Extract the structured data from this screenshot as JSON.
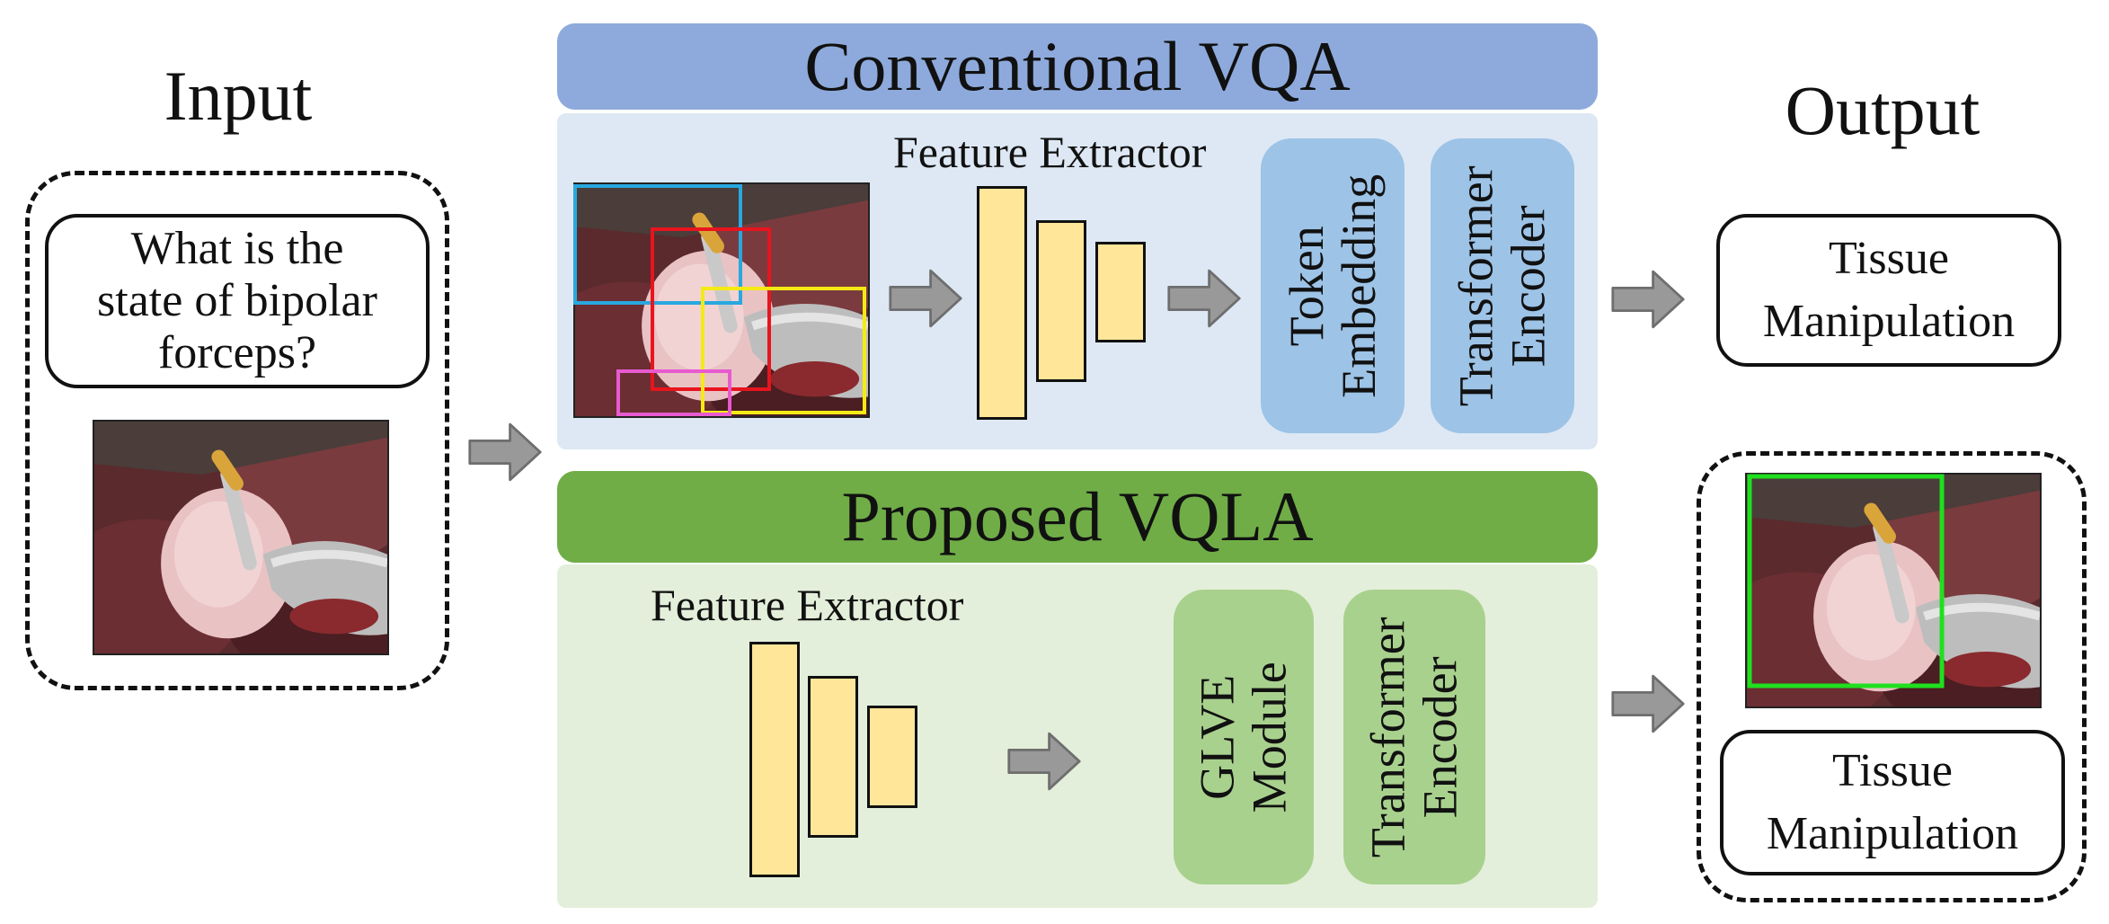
{
  "input": {
    "heading": "Input",
    "question_lines": [
      "What is the",
      "state of bipolar",
      "forceps?"
    ]
  },
  "conventional": {
    "banner": "Conventional VQA",
    "feature_extractor_label": "Feature Extractor",
    "module_1_lines": [
      "Token",
      "Embedding"
    ],
    "module_2_lines": [
      "Transformer",
      "Encoder"
    ],
    "bbox_colors": [
      "#29a8e0",
      "#e8141e",
      "#f5ea14",
      "#e85ad0"
    ]
  },
  "proposed": {
    "banner": "Proposed VQLA",
    "feature_extractor_label": "Feature Extractor",
    "module_1_lines": [
      "GLVE",
      "Module"
    ],
    "module_2_lines": [
      "Transformer",
      "Encoder"
    ]
  },
  "output": {
    "heading": "Output",
    "answer_top_lines": [
      "Tissue",
      "Manipulation"
    ],
    "answer_bottom_lines": [
      "Tissue",
      "Manipulation"
    ],
    "localization_box_color": "#1fe01f"
  },
  "colors": {
    "banner_blue": "#8eaadc",
    "banner_green": "#70ad47",
    "panel_blue": "#dde8f4",
    "panel_green": "#e3efda",
    "module_blue": "#9dc3e6",
    "module_green": "#a9d18e",
    "feature_bar": "#ffe699",
    "arrow": "#999999"
  }
}
